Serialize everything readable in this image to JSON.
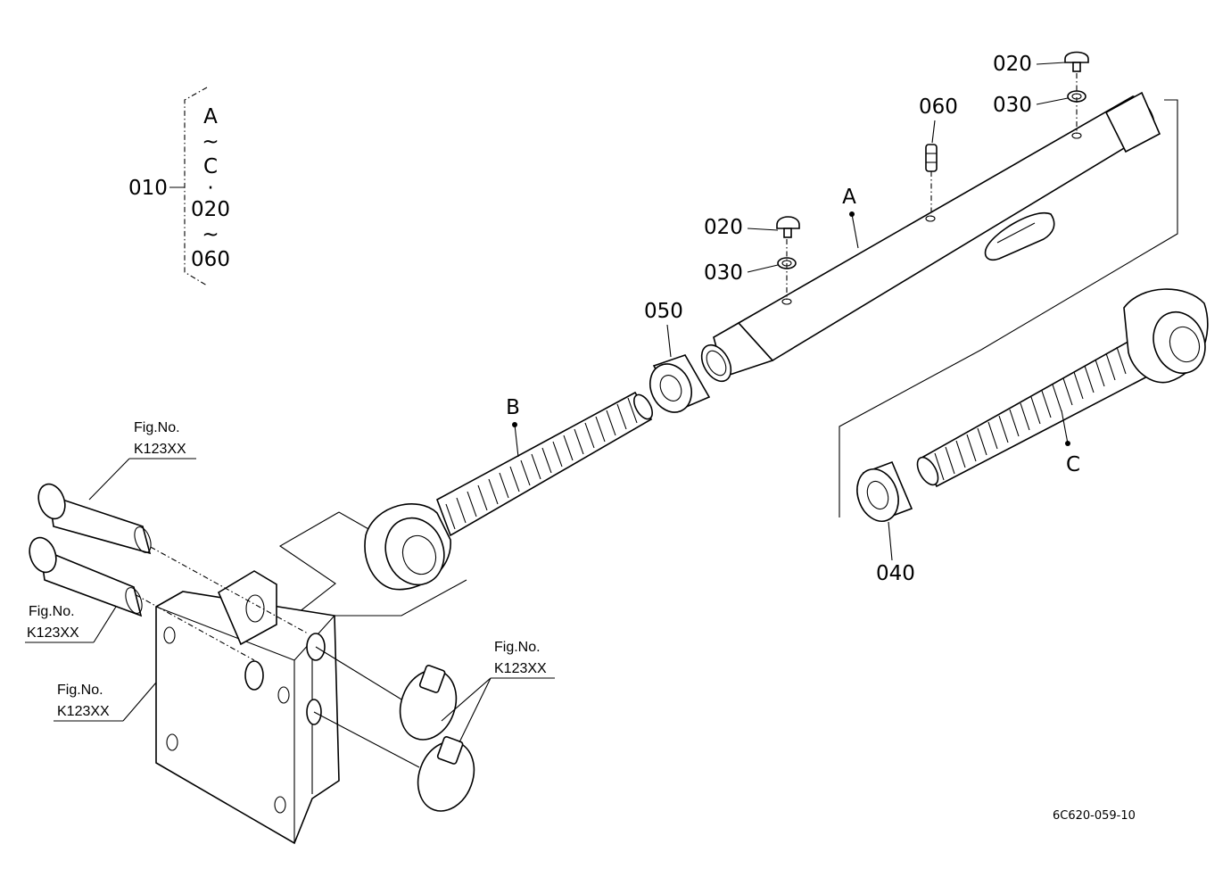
{
  "bracket": {
    "lines": [
      "A",
      "~",
      "C",
      "·",
      "020",
      "~",
      "060"
    ],
    "ref": "010"
  },
  "labels": {
    "a": "A",
    "b": "B",
    "c": "C",
    "p020_top": "020",
    "p030_top": "030",
    "p060": "060",
    "p020_mid": "020",
    "p030_mid": "030",
    "p050": "050",
    "p040": "040"
  },
  "fig_refs": [
    {
      "title": "Fig.No.",
      "number": "K123XX"
    },
    {
      "title": "Fig.No.",
      "number": "K123XX"
    },
    {
      "title": "Fig.No.",
      "number": "K123XX"
    },
    {
      "title": "Fig.No.",
      "number": "K123XX"
    }
  ],
  "drawing_code": "6C620-059-10"
}
